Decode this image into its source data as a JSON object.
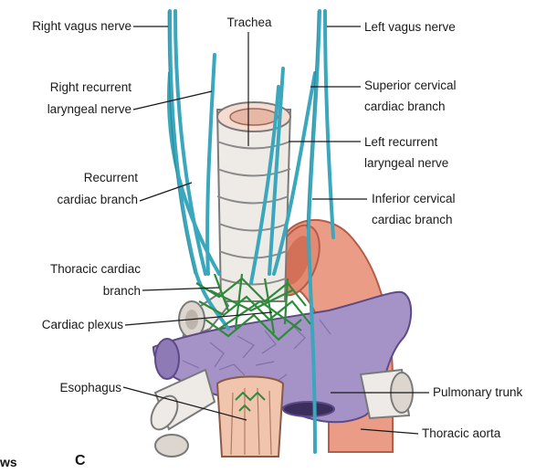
{
  "labels": {
    "right_vagus_nerve": "Right vagus nerve",
    "trachea": "Trachea",
    "left_vagus_nerve": "Left vagus nerve",
    "right_recurrent_laryngeal_nerve_1": "Right recurrent",
    "right_recurrent_laryngeal_nerve_2": "laryngeal nerve",
    "superior_cervical_cardiac_branch_1": "Superior cervical",
    "superior_cervical_cardiac_branch_2": "cardiac branch",
    "left_recurrent_laryngeal_nerve_1": "Left recurrent",
    "left_recurrent_laryngeal_nerve_2": "laryngeal nerve",
    "recurrent_cardiac_branch_1": "Recurrent",
    "recurrent_cardiac_branch_2": "cardiac branch",
    "inferior_cervical_cardiac_branch_1": "Inferior cervical",
    "inferior_cervical_cardiac_branch_2": "cardiac branch",
    "thoracic_cardiac_branch_1": "Thoracic cardiac",
    "thoracic_cardiac_branch_2": "branch",
    "cardiac_plexus": "Cardiac plexus",
    "esophagus": "Esophagus",
    "pulmonary_trunk": "Pulmonary trunk",
    "thoracic_aorta": "Thoracic aorta"
  },
  "corner_text": "ws",
  "panel_letter": "C",
  "colors": {
    "nerve": "#3aa7bd",
    "nerve_dark": "#1f6f80",
    "trachea": "#eeeae6",
    "trachea_line": "#7a7a7a",
    "aorta": "#ea9c86",
    "aorta_dark": "#b45d48",
    "pulmonary": "#a592c6",
    "pulmonary_dark": "#5d4a86",
    "plexus": "#2f8a3b",
    "esophagus": "#f0c4ad"
  }
}
